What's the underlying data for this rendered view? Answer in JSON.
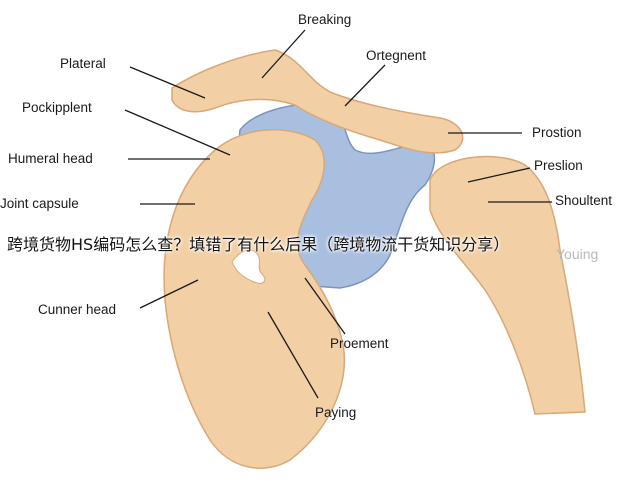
{
  "labels": {
    "breaking": "Breaking",
    "plateral": "Plateral",
    "ortegnent": "Ortegnent",
    "pockipplent": "Pockipplent",
    "humeral_head": "Humeral head",
    "joint_capsule": "Joint capsule",
    "prostion": "Prostion",
    "preslion": "Preslion",
    "shoultent": "Shoultent",
    "cunner_head": "Cunner head",
    "proement": "Proement",
    "paying": "Paying"
  },
  "overlay_title": "跨境货物HS编码怎么查？填错了有什么后果（跨境物流干货知识分享）",
  "watermark": "Youing",
  "colors": {
    "bone": "#f2cfa4",
    "bone_edge": "#d9a877",
    "capsule": "#a9bfe0",
    "capsule_edge": "#7d93bf",
    "line": "#1a1a1a"
  }
}
